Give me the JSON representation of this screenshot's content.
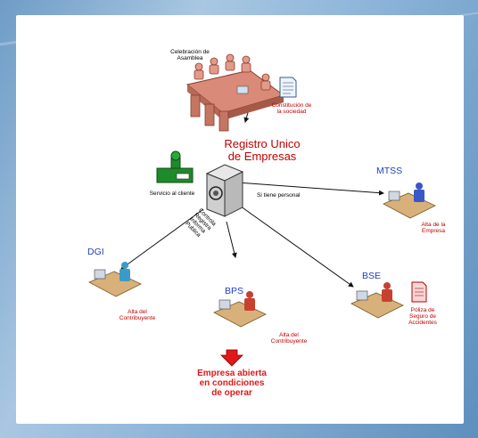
{
  "diagram": {
    "assembly_label": "Celebración de\nAsamblea",
    "constitution_label": "Constitución de\nla sociedad",
    "registry_title": "Registro Unico\nde Empresas",
    "service_label": "Servicio al cliente",
    "registry_actions": "Controla\nRegistra\nInforma\nPublica",
    "condition_label": "Si tiene personal",
    "offices": [
      {
        "name": "MTSS",
        "action": "Alta de la\nEmpresa"
      },
      {
        "name": "DGI",
        "action": "Alta del\nContribuyente"
      },
      {
        "name": "BPS",
        "action": "Alta del\nContribuyente"
      },
      {
        "name": "BSE",
        "action": "Póliza de\nSeguro de\nAccidentes"
      }
    ],
    "result": "Empresa abierta\nen condiciones\nde operar",
    "colors": {
      "accent_red": "#c00000",
      "office_blue": "#1f3fbf",
      "service_green": "#1e8a2a"
    },
    "icons": [
      "meeting-table-icon",
      "document-icon",
      "server-icon",
      "fax-machine-icon",
      "office-worker-icon",
      "policy-document-icon",
      "down-arrow-icon"
    ]
  }
}
